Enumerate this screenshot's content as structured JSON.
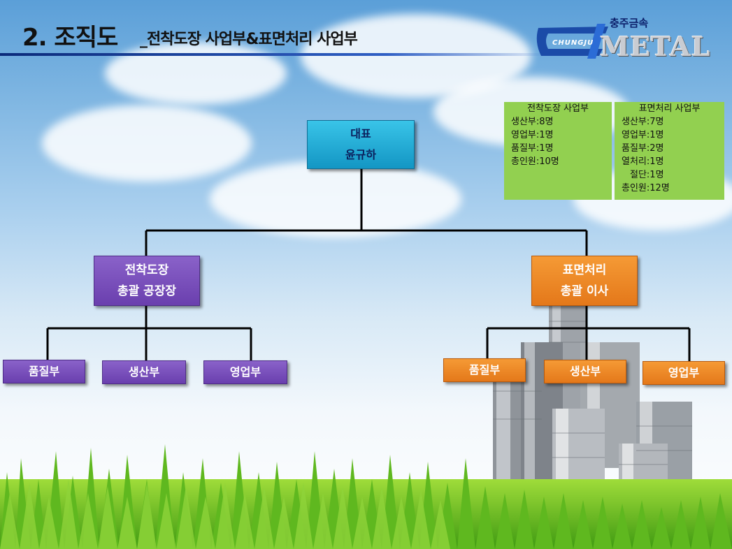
{
  "title": {
    "main": "2. 조직도",
    "sub": "_전착도장 사업부&표면처리 사업부"
  },
  "logo": {
    "top_text": "충주금속",
    "mark": "cj",
    "sub_mark": "CHUNGJU",
    "word": "METAL"
  },
  "chart": {
    "ceo": {
      "title": "대표",
      "name": "윤규하"
    },
    "left_division": {
      "title": "전착도장",
      "role": "총괄 공장장",
      "departments": [
        "품질부",
        "생산부",
        "영업부"
      ]
    },
    "right_division": {
      "title": "표면처리",
      "role": "총괄 이사",
      "departments": [
        "품질부",
        "생산부",
        "영업부"
      ]
    }
  },
  "headcount": {
    "left": {
      "header": "전착도장 사업부",
      "lines": [
        "생산부:8명",
        "영업부:1명",
        "품질부:1명",
        "총인원:10명"
      ]
    },
    "right": {
      "header": "표면처리 사업부",
      "lines": [
        "생산부:7명",
        "영업부:1명",
        "품질부:2명",
        "열처리:1명",
        "절단:1명",
        "총인원:12명"
      ]
    }
  },
  "colors": {
    "ceo": "#1fa8d4",
    "left_division": "#7a4fbf",
    "right_division": "#f08a24",
    "headcount_bg": "#92d050",
    "title_rule": "#1b4ba8"
  }
}
